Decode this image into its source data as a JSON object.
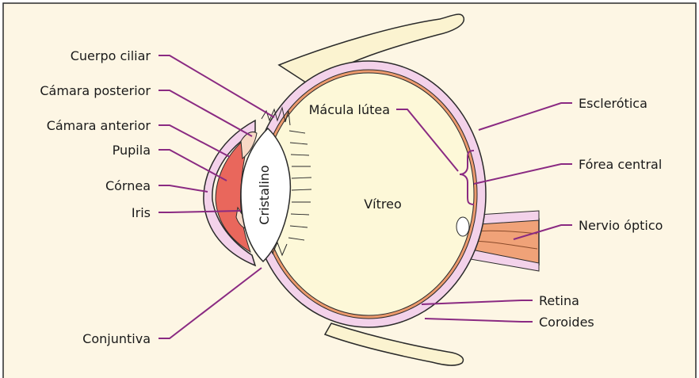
{
  "colors": {
    "background": "#fdf6e4",
    "frame": "#2a2a2a",
    "leader": "#8a2a82",
    "sclera": "#f3d2ea",
    "choroid": "#ec9a6d",
    "vitreous": "#fdf8d8",
    "lens": "#ffffff",
    "aqueous": "#e9675c",
    "nerve": "#f0a278",
    "muscle": "#fbf3d0"
  },
  "labels": {
    "cuerpo_ciliar": "Cuerpo ciliar",
    "camara_posterior": "Cámara posterior",
    "camara_anterior": "Cámara anterior",
    "pupila": "Pupila",
    "cornea": "Córnea",
    "iris": "Iris",
    "conjuntiva": "Conjuntiva",
    "cristalino": "Cristalino",
    "macula": "Mácula lútea",
    "vitreo": "Vítreo",
    "esclerotica": "Esclerótica",
    "forea": "Fórea central",
    "nervio": "Nervio óptico",
    "retina": "Retina",
    "coroides": "Coroides"
  }
}
